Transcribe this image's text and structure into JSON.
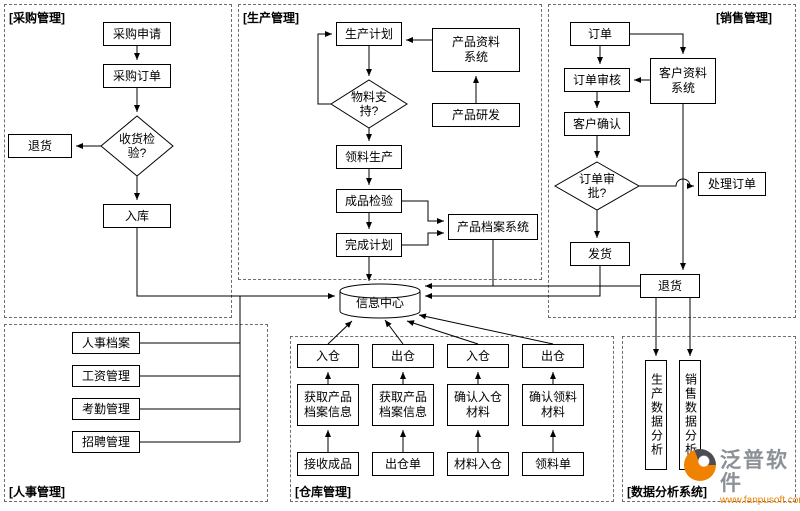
{
  "sections": {
    "procurement": "[采购管理]",
    "production": "[生产管理]",
    "sales": "[销售管理]",
    "hr": "[人事管理]",
    "warehouse": "[仓库管理]",
    "analysis": "[数据分析系统]"
  },
  "proc": {
    "purchase_request": "采购申请",
    "purchase_order": "采购订单",
    "receiving_check": "收货检\n验?",
    "return": "退货",
    "stock_in": "入库"
  },
  "prod": {
    "plan": "生产计划",
    "product_data_system": "产品资料系统",
    "material_support": "物料支\n持?",
    "rnd": "产品研发",
    "picking": "领料生产",
    "inspection": "成品检验",
    "complete": "完成计划",
    "archive_system": "产品档案系统"
  },
  "sales": {
    "order": "订单",
    "order_review": "订单审核",
    "customer_system": "客户资料系统",
    "customer_confirm": "客户确认",
    "order_approve": "订单审\n批?",
    "handle_order": "处理订单",
    "ship": "发货",
    "return": "退货"
  },
  "center": {
    "info_center": "信息中心"
  },
  "hr": {
    "files": "人事档案",
    "salary": "工资管理",
    "attendance": "考勤管理",
    "recruit": "招聘管理"
  },
  "wh": {
    "in1": "入仓",
    "out1": "出仓",
    "in2": "入仓",
    "out2": "出仓",
    "get_info1": "获取产品档案信息",
    "get_info2": "获取产品档案信息",
    "confirm_in": "确认入仓材料",
    "confirm_pick": "确认领料材料",
    "receive": "接收成品",
    "out_order": "出仓单",
    "material_in": "材料入仓",
    "pick_order": "领料单"
  },
  "ana": {
    "production_data": "生产数据分析",
    "sales_data": "销售数据分析"
  },
  "watermark": {
    "brand": "泛普软件",
    "url": "www.fanpusoft.com"
  },
  "colors": {
    "line": "#000000",
    "border_dashed": "#6e6e6e",
    "watermark_orange": "#ef8200",
    "watermark_gray": "#8b9196"
  }
}
